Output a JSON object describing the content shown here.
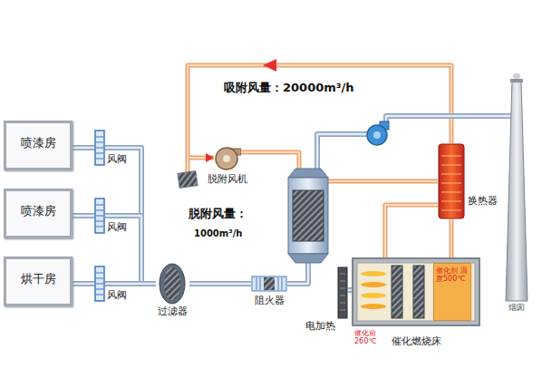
{
  "diagram": {
    "nodes": [
      {
        "text": [
          "喷漆房"
        ]
      },
      {
        "text": [
          "喷漆房"
        ]
      },
      {
        "text": [
          "烘干房"
        ]
      },
      {
        "text": [
          "风阀"
        ]
      },
      {
        "text": [
          "风阀"
        ]
      },
      {
        "text": [
          "风阀"
        ]
      },
      {
        "text": [
          "过滤器"
        ]
      },
      {
        "text": [
          "阻火器"
        ]
      },
      {
        "text": [
          "脱附风机"
        ]
      },
      {
        "text": [
          "换热器"
        ]
      },
      {
        "text": [
          "电加热"
        ]
      },
      {
        "text": [
          "催化燃烧床"
        ]
      },
      {
        "text": [
          "催化剂 温度500℃"
        ],
        "in": 11
      },
      {
        "text": [
          "烟囱"
        ]
      }
    ],
    "edges": [
      {
        "from": 0,
        "to": 3,
        "arrow": "none"
      },
      {
        "from": 1,
        "to": 4,
        "arrow": "none"
      },
      {
        "from": 2,
        "to": 5,
        "arrow": "none"
      },
      {
        "from": 3,
        "to": 6,
        "arrow": "none"
      },
      {
        "from": 4,
        "to": 6,
        "arrow": "none"
      },
      {
        "from": 5,
        "to": 6,
        "arrow": "none"
      },
      {
        "from": 6,
        "to": 7,
        "arrow": "none"
      },
      {
        "from": 9,
        "to": 8,
        "arrow": "to"
      },
      {
        "from": 9,
        "to": 11,
        "arrow": "none"
      },
      {
        "from": 10,
        "to": 11,
        "arrow": "none"
      }
    ],
    "labels": [
      "吸附风量：20000m³/h",
      "脱附风量：",
      "1000m³/h",
      "催化前 260℃"
    ]
  }
}
